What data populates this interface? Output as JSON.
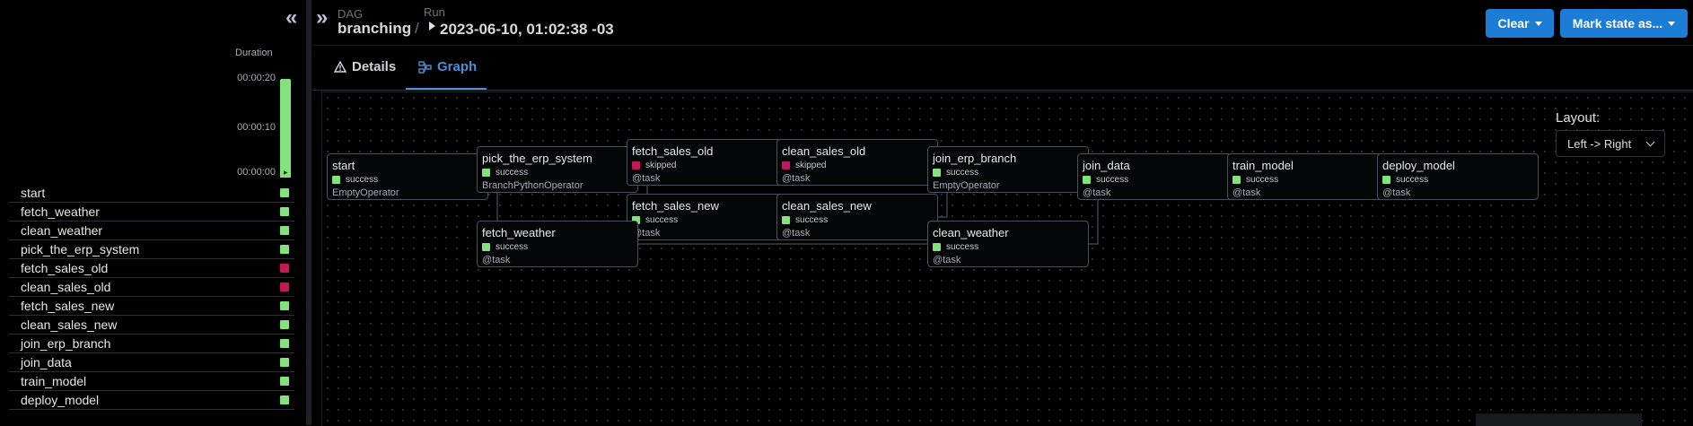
{
  "colors": {
    "success": "#82e27b",
    "skipped": "#c2185b",
    "accent": "#1b7dd6"
  },
  "grid": {
    "collapse_icon": "double-chevron-left-icon",
    "duration_title": "Duration",
    "duration_ticks": [
      "00:00:20",
      "00:00:10",
      "00:00:00"
    ],
    "tasks": [
      {
        "name": "start",
        "state": "success"
      },
      {
        "name": "fetch_weather",
        "state": "success"
      },
      {
        "name": "clean_weather",
        "state": "success"
      },
      {
        "name": "pick_the_erp_system",
        "state": "success"
      },
      {
        "name": "fetch_sales_old",
        "state": "skipped"
      },
      {
        "name": "clean_sales_old",
        "state": "skipped"
      },
      {
        "name": "fetch_sales_new",
        "state": "success"
      },
      {
        "name": "clean_sales_new",
        "state": "success"
      },
      {
        "name": "join_erp_branch",
        "state": "success"
      },
      {
        "name": "join_data",
        "state": "success"
      },
      {
        "name": "train_model",
        "state": "success"
      },
      {
        "name": "deploy_model",
        "state": "success"
      }
    ]
  },
  "header": {
    "dag_label": "DAG",
    "dag_value": "branching",
    "separator": "/",
    "run_label": "Run",
    "run_value": "2023-06-10, 01:02:38 -03",
    "clear_button": "Clear",
    "mark_state_button": "Mark state as..."
  },
  "tabs": [
    {
      "label": "Details",
      "icon": "warning-triangle-icon",
      "active": false
    },
    {
      "label": "Graph",
      "icon": "graph-icon",
      "active": true
    }
  ],
  "graph": {
    "layout_label": "Layout:",
    "layout_value": "Left -> Right",
    "nodes": [
      {
        "id": "start",
        "name": "start",
        "state": "success",
        "type": "EmptyOperator"
      },
      {
        "id": "pick",
        "name": "pick_the_erp_system",
        "state": "success",
        "type": "BranchPythonOperator"
      },
      {
        "id": "fso",
        "name": "fetch_sales_old",
        "state": "skipped",
        "type": "@task"
      },
      {
        "id": "fsn",
        "name": "fetch_sales_new",
        "state": "success",
        "type": "@task"
      },
      {
        "id": "fw",
        "name": "fetch_weather",
        "state": "success",
        "type": "@task"
      },
      {
        "id": "cso",
        "name": "clean_sales_old",
        "state": "skipped",
        "type": "@task"
      },
      {
        "id": "csn",
        "name": "clean_sales_new",
        "state": "success",
        "type": "@task"
      },
      {
        "id": "jeb",
        "name": "join_erp_branch",
        "state": "success",
        "type": "EmptyOperator"
      },
      {
        "id": "cw",
        "name": "clean_weather",
        "state": "success",
        "type": "@task"
      },
      {
        "id": "jd",
        "name": "join_data",
        "state": "success",
        "type": "@task"
      },
      {
        "id": "tm",
        "name": "train_model",
        "state": "success",
        "type": "@task"
      },
      {
        "id": "dm",
        "name": "deploy_model",
        "state": "success",
        "type": "@task"
      }
    ],
    "edges": [
      [
        "start",
        "pick"
      ],
      [
        "start",
        "fw"
      ],
      [
        "pick",
        "fso"
      ],
      [
        "pick",
        "fsn"
      ],
      [
        "fso",
        "cso"
      ],
      [
        "fsn",
        "csn"
      ],
      [
        "cso",
        "jeb"
      ],
      [
        "csn",
        "jeb"
      ],
      [
        "fw",
        "cw"
      ],
      [
        "jeb",
        "jd"
      ],
      [
        "cw",
        "jd"
      ],
      [
        "jd",
        "tm"
      ],
      [
        "tm",
        "dm"
      ]
    ]
  }
}
